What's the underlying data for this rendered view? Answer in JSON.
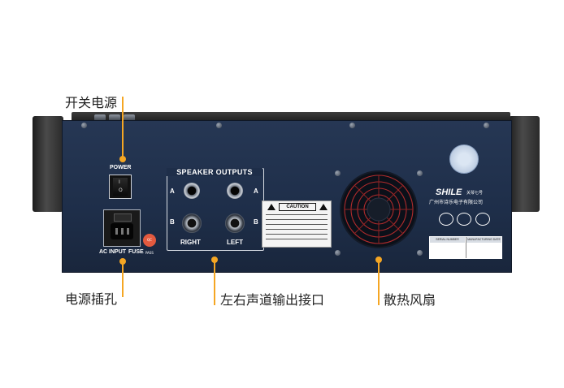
{
  "callouts": {
    "power_switch": "开关电源",
    "power_socket": "电源插孔",
    "speaker_outputs": "左右声道输出接口",
    "cooling_fan": "散热风扇"
  },
  "panel": {
    "power_label": "POWER",
    "switch_on": "I",
    "switch_off": "O",
    "ac_input_label": "AC INPUT",
    "fuse_label": "FUSE",
    "qc_badge": "QC PASS",
    "speaker_outputs_title": "SPEAKER OUTPUTS",
    "channel_a": "A",
    "channel_b": "B",
    "right_label": "RIGHT",
    "left_label": "LEFT",
    "caution_title": "CAUTION",
    "brand_name": "SHILE",
    "brand_sub": "关琴七号",
    "company_name": "广州市诗乐电子有限公司",
    "serial_number_label": "SERIAL NUMBER",
    "manufacturing_date_label": "MANUFACTURING DATE"
  },
  "colors": {
    "accent": "#f5a623",
    "panel": "#1e2e49"
  }
}
